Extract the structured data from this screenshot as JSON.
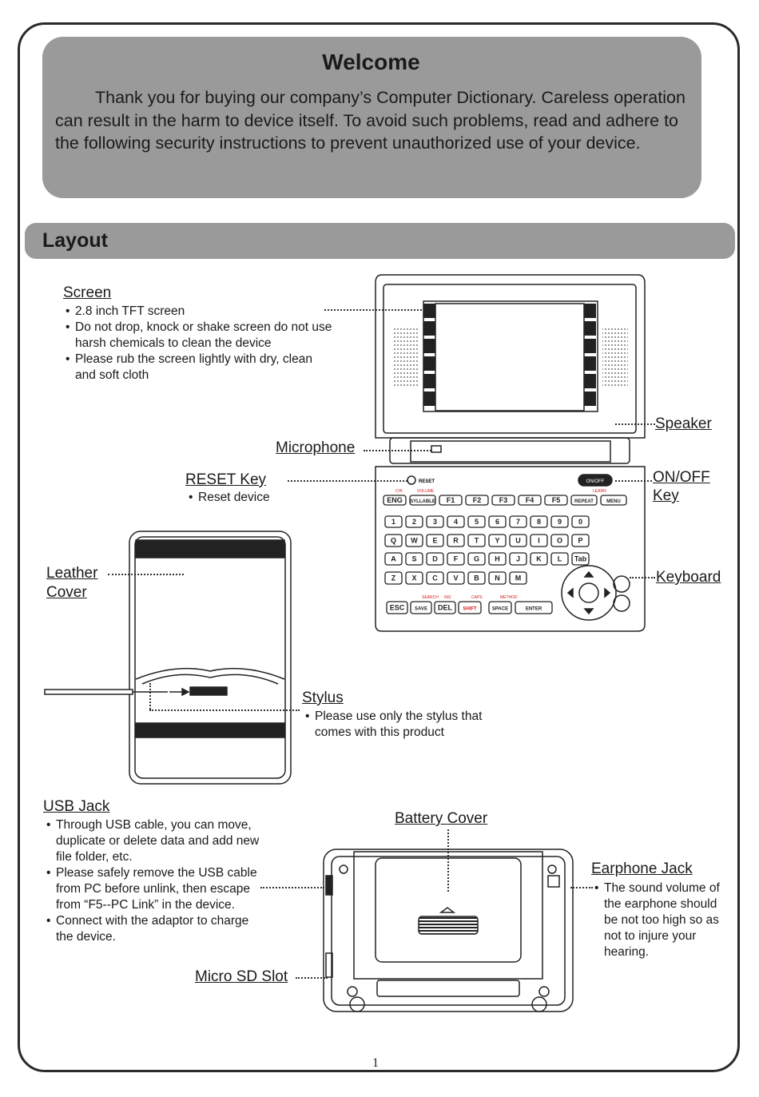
{
  "welcome": {
    "title": "Welcome",
    "body": "Thank you for buying our company’s Computer Dictionary. Careless operation can result in the harm to device itself. To avoid such problems, read and adhere to the following security instructions to prevent unauthorized use of your device."
  },
  "layout": {
    "title": "Layout"
  },
  "screen": {
    "label": "Screen",
    "points": [
      "2.8 inch TFT screen",
      "Do not drop, knock or shake screen do not use harsh chemicals to clean the device",
      "Please rub the screen lightly with dry, clean and soft cloth"
    ]
  },
  "microphone": {
    "label": "Microphone"
  },
  "reset": {
    "label": "RESET Key",
    "points": [
      "Reset device"
    ]
  },
  "leather": {
    "label_line1": "Leather",
    "label_line2": "Cover"
  },
  "speaker": {
    "label": "Speaker"
  },
  "onoff": {
    "label_line1": "ON/OFF",
    "label_line2": "Key"
  },
  "keyboard": {
    "label": "Keyboard",
    "row_top": [
      "ENG",
      "SYLLABLE",
      "F1",
      "F2",
      "F3",
      "F4",
      "F5",
      "REPEAT",
      "MENU"
    ],
    "row_num": [
      "1",
      "2",
      "3",
      "4",
      "5",
      "6",
      "7",
      "8",
      "9",
      "0"
    ],
    "row_q": [
      "Q",
      "W",
      "E",
      "R",
      "T",
      "Y",
      "U",
      "I",
      "O",
      "P"
    ],
    "row_a": [
      "A",
      "S",
      "D",
      "F",
      "G",
      "H",
      "J",
      "K",
      "L",
      "Tab"
    ],
    "row_z": [
      "Z",
      "X",
      "C",
      "V",
      "B",
      "N",
      "M"
    ],
    "row_bottom": [
      "ESC",
      "SAVE",
      "DEL",
      "SHIFT",
      "SPACE",
      "ENTER"
    ],
    "upper_labels": [
      "CHI",
      "VOLUME",
      "LEARN",
      "SEARCH",
      "INS",
      "CAPS",
      "METHOD"
    ],
    "onoff_key": "ON/OFF",
    "reset_text": "RESET"
  },
  "stylus": {
    "label": "Stylus",
    "points": [
      "Please use only the stylus that comes with this product"
    ]
  },
  "usb": {
    "label": "USB Jack",
    "points": [
      "Through USB cable, you can move, duplicate or delete data and add new file folder, etc.",
      "Please safely remove the USB cable from PC before unlink, then escape from “F5--PC Link” in the device.",
      "Connect with the adaptor to charge the device."
    ]
  },
  "battery": {
    "label": "Battery Cover"
  },
  "earphone": {
    "label": "Earphone Jack",
    "points": [
      "The sound volume of the earphone should be not too high so as not to injure your hearing."
    ]
  },
  "microsd": {
    "label": "Micro SD Slot"
  },
  "page_number": "1",
  "colors": {
    "panel_gray": "#9a9a9a",
    "key_red": "#d42020"
  }
}
